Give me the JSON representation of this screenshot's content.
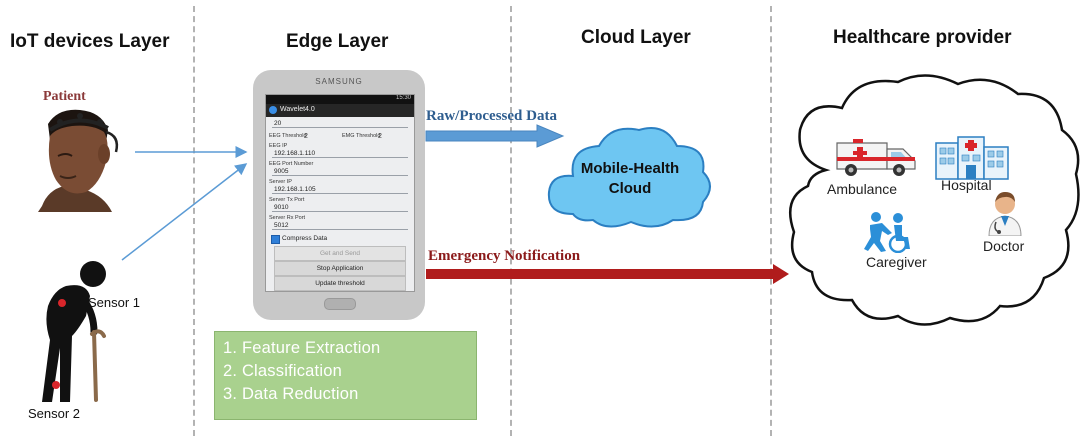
{
  "layers": {
    "iot": "IoT devices Layer",
    "edge": "Edge Layer",
    "cloud": "Cloud Layer",
    "healthcare": "Healthcare provider"
  },
  "iot": {
    "patient_label": "Patient",
    "sensor1": "Sensor 1",
    "sensor2": "Sensor 2"
  },
  "phone": {
    "brand": "SAMSUNG",
    "app_title": "Wavelet4.0",
    "status_time": "15:30",
    "top_value": "20",
    "eeg_threshold_label": "EEG Threshold",
    "eeg_threshold_value": "2",
    "emg_threshold_label": "EMG Threshold",
    "emg_threshold_value": "2",
    "eeg_ip_label": "EEG IP",
    "eeg_ip_value": "192.168.1.110",
    "eeg_port_label": "EEG Port Number",
    "eeg_port_value": "9005",
    "server_ip_label": "Server IP",
    "server_ip_value": "192.168.1.105",
    "server_tx_label": "Server Tx Port",
    "server_tx_value": "9010",
    "server_rx_label": "Server Rx Port",
    "server_rx_value": "5012",
    "compress_label": "Compress Data",
    "compress_checked": true,
    "btn_get_send": "Get and Send",
    "btn_stop": "Stop Application",
    "btn_update": "Update threshold"
  },
  "edge_steps": [
    "1. Feature Extraction",
    "2. Classification",
    "3. Data Reduction"
  ],
  "flows": {
    "raw_data": "Raw/Processed Data",
    "emergency": "Emergency Notification"
  },
  "cloud": {
    "line1": "Mobile-Health",
    "line2": "Cloud"
  },
  "healthcare": {
    "ambulance": "Ambulance",
    "hospital": "Hospital",
    "caregiver": "Caregiver",
    "doctor": "Doctor"
  },
  "colors": {
    "divider": "#b3b3b3",
    "patient_label": "#8b3a3a",
    "raw_arrow": "#5b9bd5",
    "raw_label": "#2e5d8f",
    "emergency_arrow": "#b01c1c",
    "emergency_label": "#8b1a1a",
    "cloud_fill": "#6ec6f2",
    "steps_box": "#a9d18e",
    "sensor_dot": "#d9262b"
  }
}
